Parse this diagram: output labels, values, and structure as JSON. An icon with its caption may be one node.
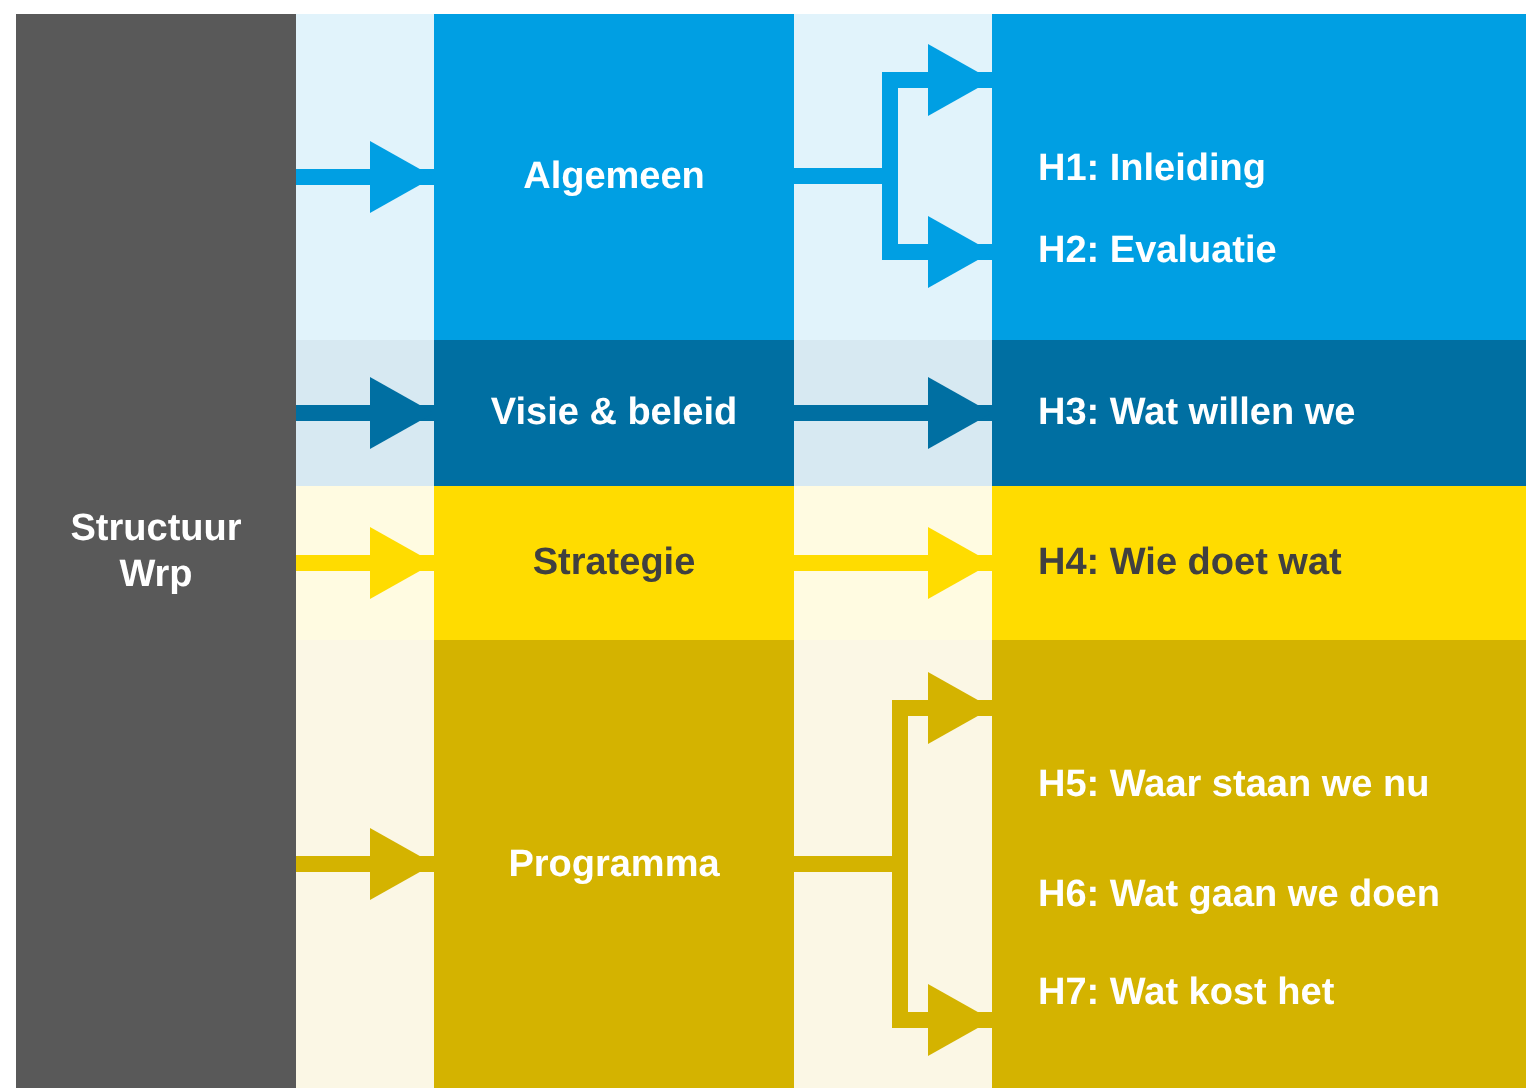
{
  "diagram": {
    "nodes": [
      {
        "text": [
          "Structuur Wrp"
        ]
      },
      {
        "text": [
          "Algemeen"
        ]
      },
      {
        "text": [
          "Visie & beleid"
        ]
      },
      {
        "text": [
          "Strategie"
        ]
      },
      {
        "text": [
          "Programma"
        ]
      },
      {
        "text": [
          "H1: Inleiding"
        ]
      },
      {
        "text": [
          "H2: Evaluatie"
        ]
      },
      {
        "text": [
          "H3: Wat willen we"
        ]
      },
      {
        "text": [
          "H4: Wie doet wat"
        ]
      },
      {
        "text": [
          "H5: Waar staan we nu"
        ]
      },
      {
        "text": [
          "H6: Wat gaan we doen"
        ]
      },
      {
        "text": [
          "H7: Wat kost het"
        ]
      }
    ],
    "edges": [
      {
        "from": 0,
        "to": 1,
        "arrow": "to",
        "color": "#009fe3"
      },
      {
        "from": 0,
        "to": 2,
        "arrow": "to",
        "color": "#006fa2"
      },
      {
        "from": 0,
        "to": 3,
        "arrow": "to",
        "color": "#ffdc00"
      },
      {
        "from": 0,
        "to": 4,
        "arrow": "to",
        "color": "#d4b300"
      },
      {
        "from": 1,
        "to": 5,
        "arrow": "to",
        "color": "#009fe3"
      },
      {
        "from": 1,
        "to": 6,
        "arrow": "to",
        "color": "#009fe3"
      },
      {
        "from": 2,
        "to": 7,
        "arrow": "to",
        "color": "#006fa2"
      },
      {
        "from": 3,
        "to": 8,
        "arrow": "to",
        "color": "#ffdc00"
      },
      {
        "from": 4,
        "to": 9,
        "arrow": "to",
        "color": "#d4b300"
      },
      {
        "from": 4,
        "to": 11,
        "arrow": "to",
        "color": "#d4b300"
      }
    ]
  }
}
